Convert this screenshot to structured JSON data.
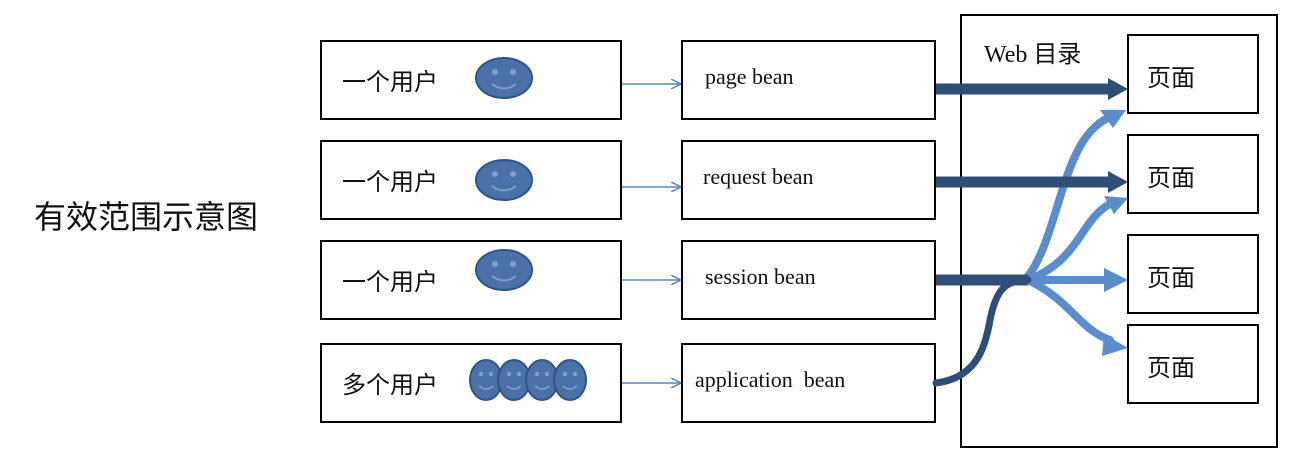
{
  "title": "有效范围示意图",
  "web_directory_label": "Web 目录",
  "users": [
    {
      "label": "一个用户",
      "faces": 1
    },
    {
      "label": "一个用户",
      "faces": 1
    },
    {
      "label": "一个用户",
      "faces": 1
    },
    {
      "label": "多个用户",
      "faces": 4
    }
  ],
  "beans": [
    {
      "label": "page bean"
    },
    {
      "label": "request bean"
    },
    {
      "label": "session bean"
    },
    {
      "label": "application  bean"
    }
  ],
  "pages": [
    {
      "label": "页面"
    },
    {
      "label": "页面"
    },
    {
      "label": "页面"
    },
    {
      "label": "页面"
    }
  ],
  "colors": {
    "face_fill": "#4a72a8",
    "face_stroke": "#2f5586",
    "thin_arrow": "#5b86c0",
    "thick_dark": "#2e4e78",
    "thick_light": "#5b8dcc"
  }
}
